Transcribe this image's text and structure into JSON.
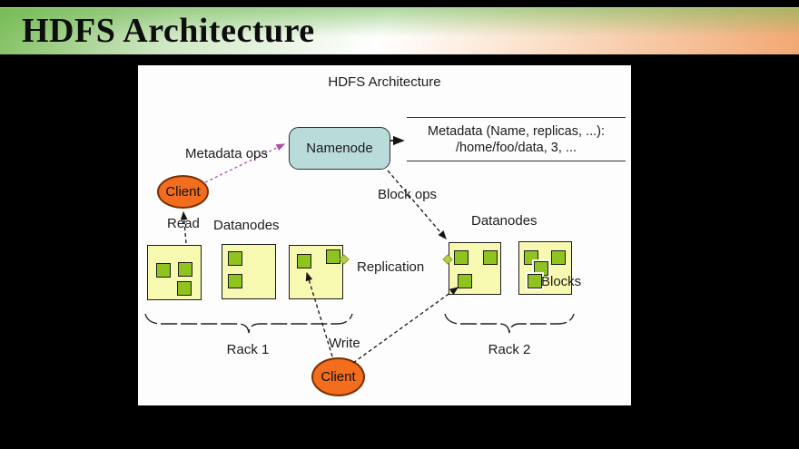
{
  "slide": {
    "title": "HDFS Architecture",
    "background_color": "#000000",
    "banner_gradient": [
      "#7fbf5e",
      "#ffffff",
      "#f2a772"
    ]
  },
  "diagram": {
    "title": "HDFS Architecture",
    "namenode_label": "Namenode",
    "metadata_note": {
      "line1": "Metadata (Name, replicas, ...):",
      "line2": "/home/foo/data, 3, ..."
    },
    "labels": {
      "metadata_ops": "Metadata ops",
      "block_ops": "Block ops",
      "read": "Read",
      "write": "Write",
      "replication": "Replication",
      "datanodes_left": "Datanodes",
      "datanodes_right": "Datanodes",
      "blocks": "Blocks",
      "rack1": "Rack 1",
      "rack2": "Rack 2"
    },
    "client_top_label": "Client",
    "client_bottom_label": "Client",
    "colors": {
      "namenode_fill": "#b9dcda",
      "datanode_fill": "#f8f9b0",
      "block_fill": "#8fc31f",
      "client_fill": "#f26d1d",
      "arrow_color": "#1a1a1a",
      "metadata_ops_arrow_color": "#b04fa6",
      "panel_background": "#fdfdfd"
    }
  }
}
